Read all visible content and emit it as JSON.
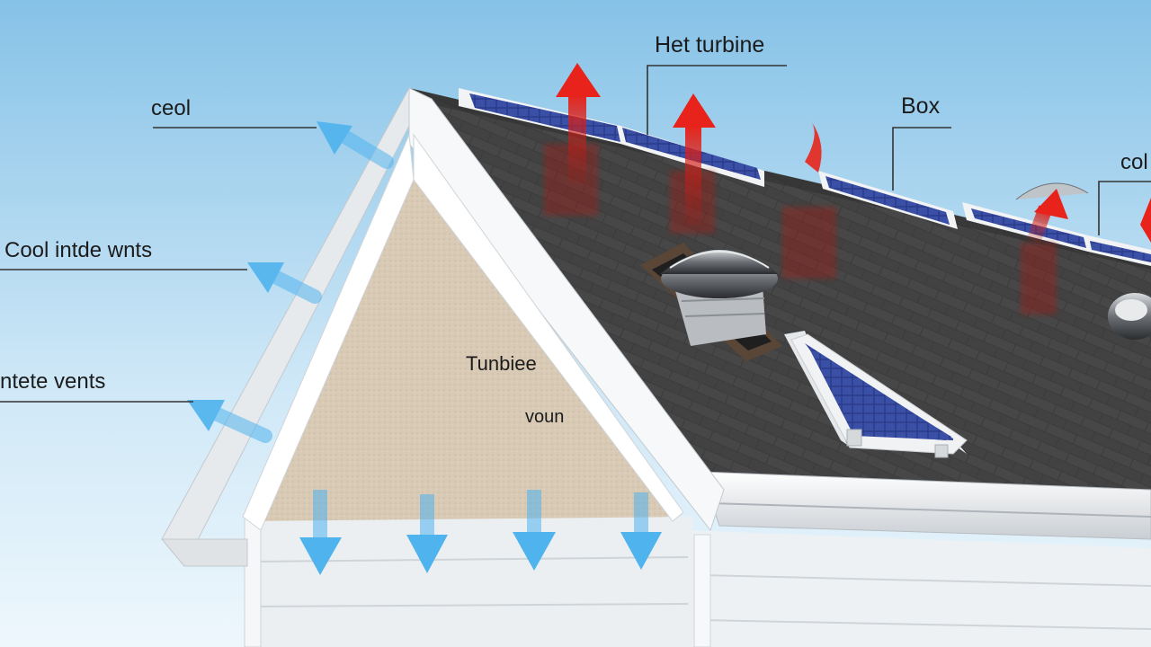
{
  "labels": {
    "top_left": "ceol",
    "left_upper": "Cool intde wnts",
    "left_lower": "ntete vents",
    "top_center": "Het turbine",
    "top_right": "Box",
    "far_right": "col",
    "gable_upper": "Tunbiee",
    "gable_lower": "voun"
  },
  "colors": {
    "sky_top": "#8ec6e8",
    "sky_bottom": "#e9f5fc",
    "shingle": "#3a3a3a",
    "gable_fill": "#d6c8b3",
    "trim": "#f4f6f7",
    "siding": "#eceff1",
    "solar_panel": "#2e3f8f",
    "hot_air": "#e0261e",
    "cool_air": "#4fb3ee"
  },
  "icons": [
    "roof-turbine-vent-icon",
    "solar-panel-icon",
    "hot-air-arrow-icon",
    "cool-air-arrow-icon"
  ]
}
